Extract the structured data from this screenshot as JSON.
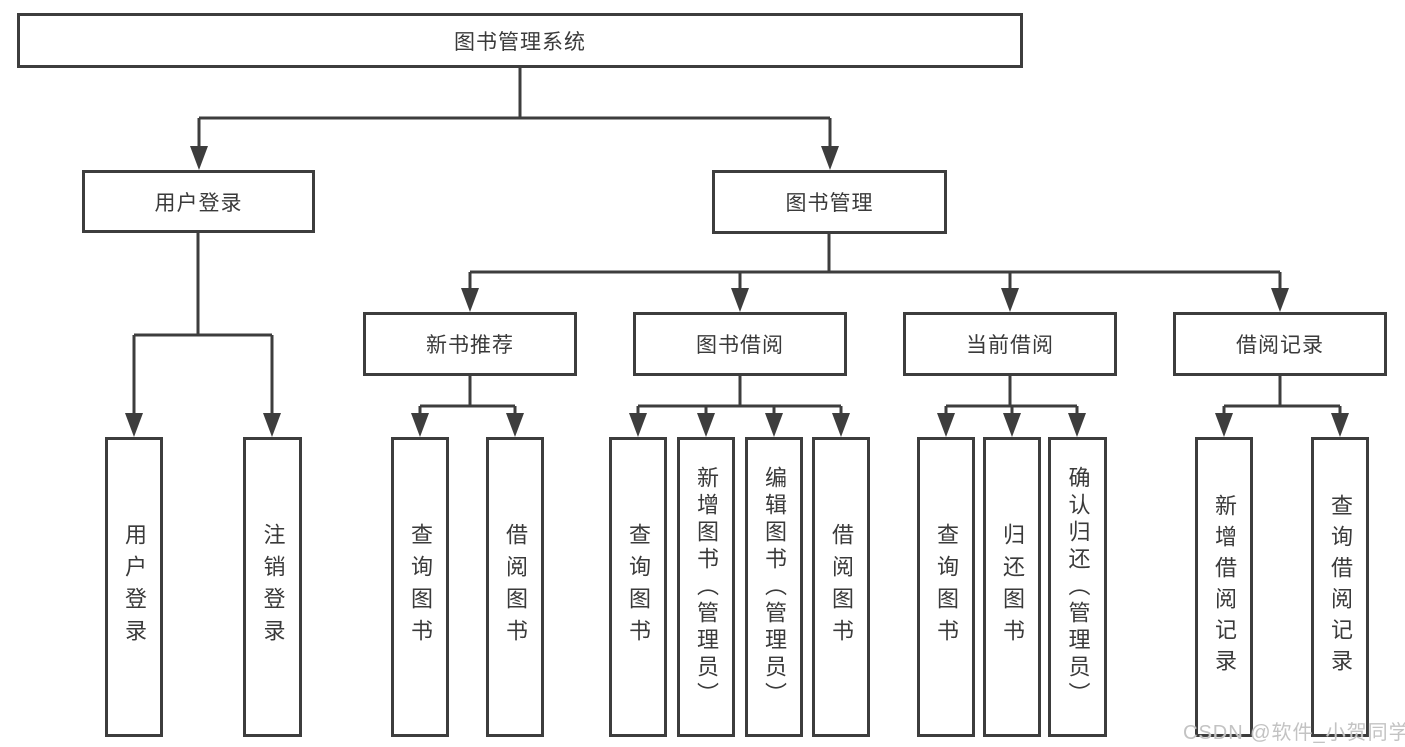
{
  "diagram": {
    "root": {
      "label": "图书管理系统"
    },
    "branches": [
      {
        "label": "用户登录",
        "children": [
          {
            "label": "用户登录"
          },
          {
            "label": "注销登录"
          }
        ]
      },
      {
        "label": "图书管理",
        "children": [
          {
            "label": "新书推荐",
            "children": [
              {
                "label": "查询图书"
              },
              {
                "label": "借阅图书"
              }
            ]
          },
          {
            "label": "图书借阅",
            "children": [
              {
                "label": "查询图书"
              },
              {
                "label": "新增图书（管理员）"
              },
              {
                "label": "编辑图书（管理员）"
              },
              {
                "label": "借阅图书"
              }
            ]
          },
          {
            "label": "当前借阅",
            "children": [
              {
                "label": "查询图书"
              },
              {
                "label": "归还图书"
              },
              {
                "label": "确认归还（管理员）"
              }
            ]
          },
          {
            "label": "借阅记录",
            "children": [
              {
                "label": "新增借阅记录"
              },
              {
                "label": "查询借阅记录"
              }
            ]
          }
        ]
      }
    ]
  },
  "watermark": {
    "text": "CSDN @软件_小贺同学"
  },
  "colors": {
    "line": "#3d3d3d",
    "text": "#3a3a3a",
    "watermark": "#c3c3c3",
    "background": "#ffffff"
  }
}
